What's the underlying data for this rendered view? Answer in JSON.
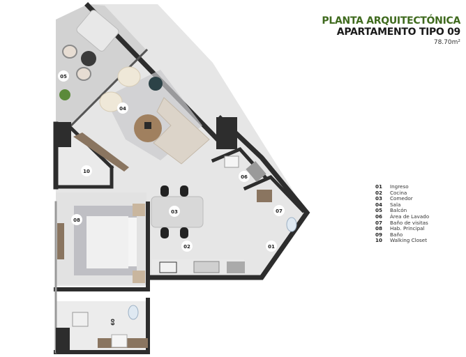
{
  "header": {
    "title_line1": "PLANTA ARQUITECTÓNICA",
    "title_line2": "APARTAMENTO TIPO 09",
    "area": "78.70m²"
  },
  "colors": {
    "title_accent": "#3f6a1e",
    "title_dark": "#1a1a1a",
    "wall": "#2d2d2d",
    "floor": "#e6e6e6",
    "wood": "#8a7560"
  },
  "rooms": [
    {
      "num": "01",
      "name": "Ingreso"
    },
    {
      "num": "02",
      "name": "Cocina"
    },
    {
      "num": "03",
      "name": "Comedor"
    },
    {
      "num": "04",
      "name": "Sala"
    },
    {
      "num": "05",
      "name": "Balcón"
    },
    {
      "num": "06",
      "name": "Área de Lavado"
    },
    {
      "num": "07",
      "name": "Baño de visitas"
    },
    {
      "num": "08",
      "name": "Hab. Principal"
    },
    {
      "num": "09",
      "name": "Baño"
    },
    {
      "num": "10",
      "name": "Walking Closet"
    }
  ],
  "plan_labels": {
    "l01": "01",
    "l02": "02",
    "l03": "03",
    "l04": "04",
    "l05": "05",
    "l06": "06",
    "l07": "07",
    "l08": "08",
    "l09": "09",
    "l10": "10"
  }
}
